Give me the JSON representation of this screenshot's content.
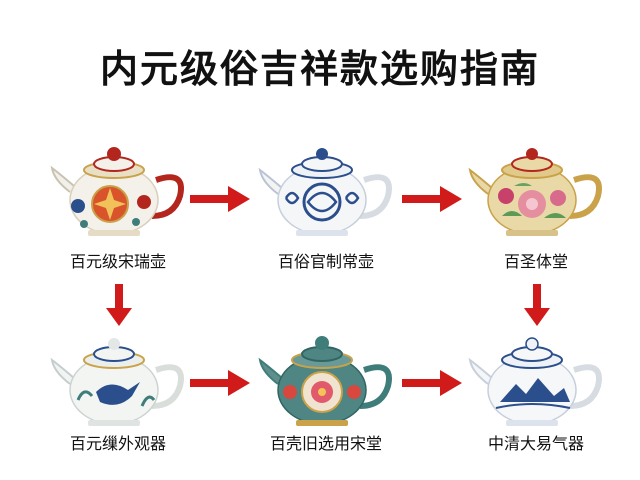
{
  "title": "内元级俗吉祥款选购指南",
  "nodes": [
    {
      "label": "百元级宋瑞壶",
      "style": "polychrome-flower",
      "icon": "teapot-icon"
    },
    {
      "label": "百俗官制常壶",
      "style": "blue-white-scroll",
      "icon": "teapot-icon"
    },
    {
      "label": "百圣体堂",
      "style": "famille-rose-gold",
      "icon": "teapot-icon"
    },
    {
      "label": "百元缫外观器",
      "style": "blue-white-bird",
      "icon": "teapot-icon"
    },
    {
      "label": "百壳旧选用宋堂",
      "style": "teal-red-floral",
      "icon": "teapot-icon"
    },
    {
      "label": "中清大易气器",
      "style": "blue-white-landscape",
      "icon": "teapot-icon"
    }
  ],
  "colors": {
    "arrow": "#d11a1a",
    "blue": "#2b4f8c",
    "red": "#b3261e",
    "gold": "#c9a24a",
    "teal": "#3f7d7a"
  }
}
